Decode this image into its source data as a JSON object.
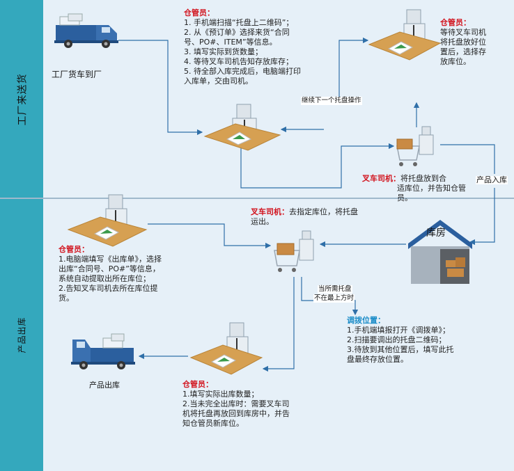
{
  "lanes": {
    "top": "工厂来送货",
    "bottom": "产品出库"
  },
  "top": {
    "truck_caption": "工厂货车到厂",
    "keeper1": {
      "title": "仓管员：",
      "lines": [
        "1.  手机端扫描“托盘上二维码”；",
        "2.  从《预订单》选择来货“合同",
        "号、PO#、ITEM”等信息。",
        "3.  填写实际到货数量；",
        "4.  等待叉车司机告知存放库存；",
        "5.  待全部入库完成后，电脑端打印",
        "入库单，交由司机。"
      ]
    },
    "keeper2": {
      "title": "仓管员：",
      "lines": [
        "等待叉车司机",
        "将托盘放好位",
        "置后，选择存",
        "放库位。"
      ]
    },
    "next_pallet": "继续下一个托盘操作",
    "driver": {
      "title": "叉车司机：",
      "line1": "将托盘放到合",
      "line2": "适库位，并告知仓管员。"
    },
    "inbound_label": "产品入库"
  },
  "bottom": {
    "warehouse_label": "库房",
    "driver": {
      "title": "叉车司机：",
      "line1": "去指定库位，将托盘",
      "line2": "运出。"
    },
    "keeper1": {
      "title": "仓管员：",
      "lines": [
        "1.电脑端填写《出库单》，选择",
        "出库“合同号、PO#”等信息，",
        "系统自动提取出所在库位；",
        "2.告知叉车司机去所在库位提",
        "货。"
      ]
    },
    "condition": {
      "line1": "当所需托盘",
      "line2": "不在最上方时"
    },
    "adjust": {
      "title": "调拨位置：",
      "lines": [
        "1.手机端填报打开《调拨单》；",
        "2.扫描要调出的托盘二维码；",
        "3.待放到其他位置后，填写此托",
        "盘最终存放位置。"
      ]
    },
    "keeper2": {
      "title": "仓管员：",
      "lines": [
        "1.填写实际出库数量；",
        "2.当未完全出库时：需要叉车司",
        "机将托盘再放回到库房中，并告",
        "知仓管员新库位。"
      ]
    },
    "truck_caption": "产品出库"
  },
  "colors": {
    "lane_bar": "#34a8bd",
    "lane_body": "#e6f0f8",
    "arrow": "#2f6fa8",
    "accent_red": "#d2141e",
    "accent_blue": "#1a8cc8"
  }
}
